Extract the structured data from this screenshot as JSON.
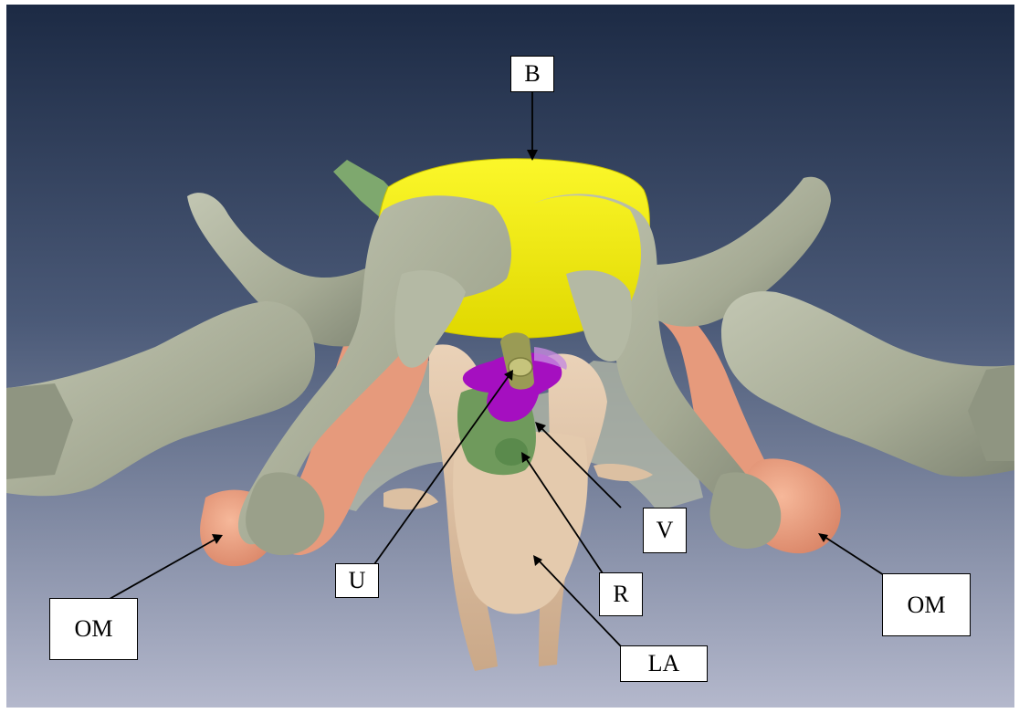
{
  "labels": {
    "b": "B",
    "om_left": "OM",
    "u": "U",
    "v": "V",
    "r": "R",
    "la": "LA",
    "om_right": "OM"
  },
  "colors": {
    "background_top": "#1c2a44",
    "background_bottom": "#b4b8cc",
    "bone": "#a9ae98",
    "bladder": "#f2ee10",
    "obturator_muscle": "#e79a7c",
    "levator_ani": "#dcc0a2",
    "urethra": "#999a55",
    "vagina": "#a50fc0",
    "rectum": "#6f9a5c",
    "ureter": "#7ea86e"
  }
}
